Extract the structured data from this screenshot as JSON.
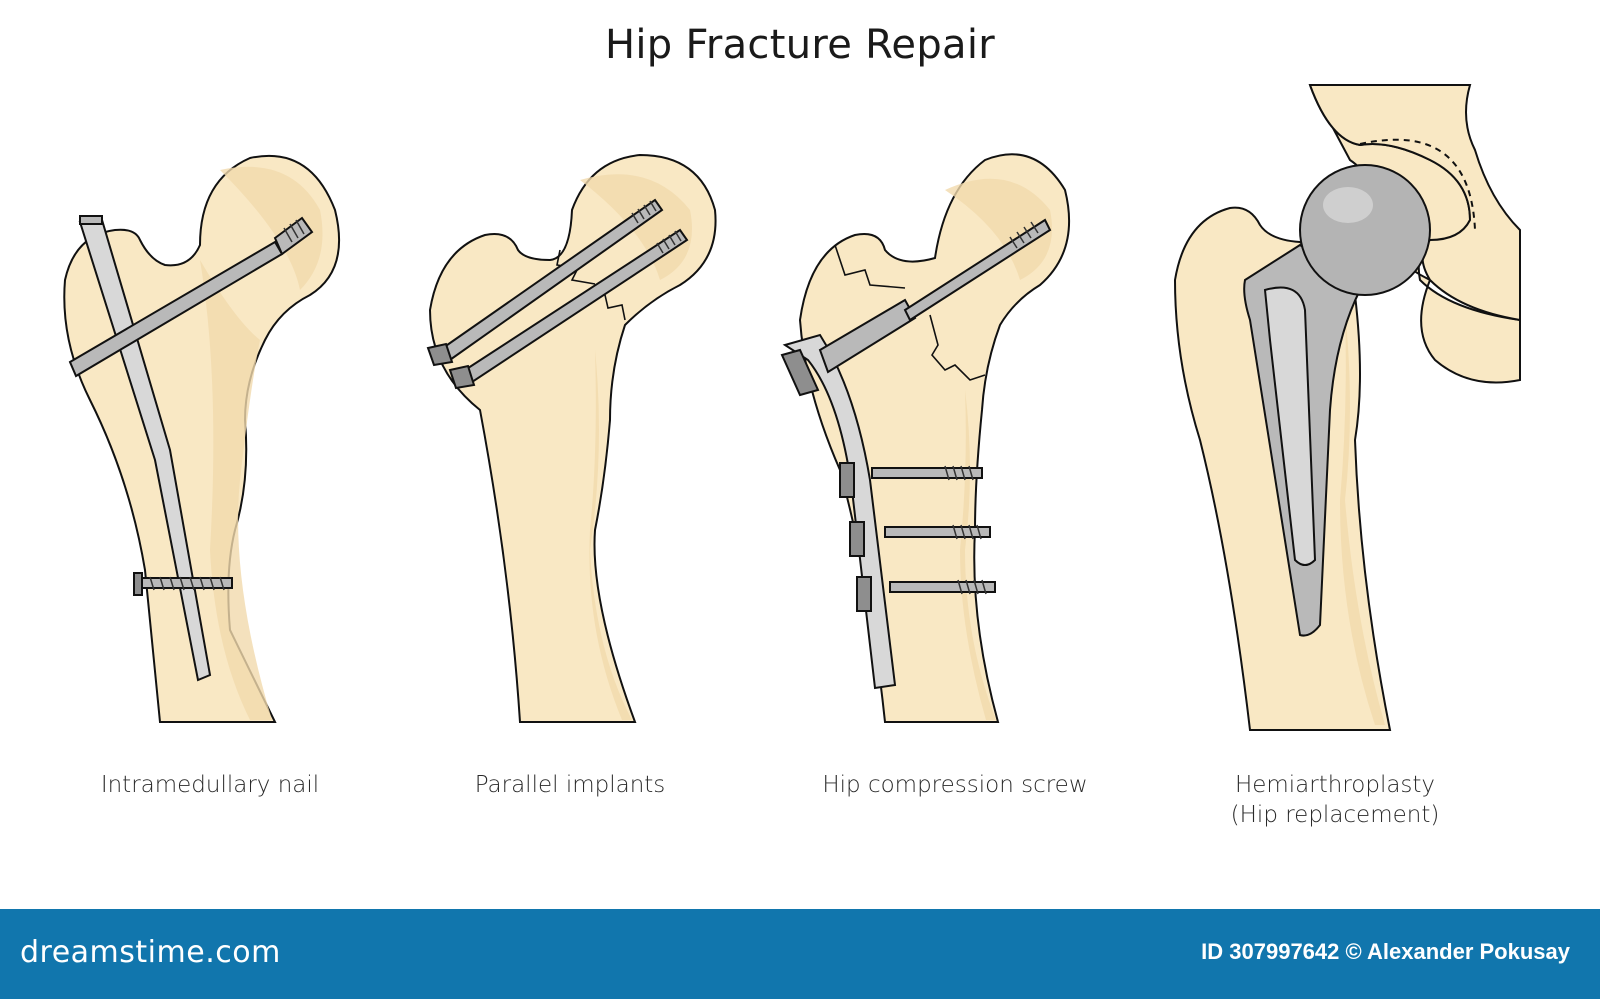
{
  "title": "Hip Fracture Repair",
  "panels": [
    {
      "id": "intramedullary-nail",
      "caption": "Intramedullary nail"
    },
    {
      "id": "parallel-implants",
      "caption": "Parallel implants"
    },
    {
      "id": "hip-compression-screw",
      "caption": "Hip compression screw"
    },
    {
      "id": "hemiarthroplasty",
      "caption_line1": "Hemiarthroplasty",
      "caption_line2": "(Hip replacement)"
    }
  ],
  "colors": {
    "bone": "#f9e8c4",
    "bone_shade": "#f1d9ad",
    "metal": "#b9b9b9",
    "metal_light": "#d8d8d8",
    "metal_dark": "#8e8e8e",
    "outline": "#111111",
    "footer_bg": "#1176ad"
  },
  "footer": {
    "brand": "dreamstime.com",
    "credit": "ID 307997642 © Alexander Pokusay"
  }
}
